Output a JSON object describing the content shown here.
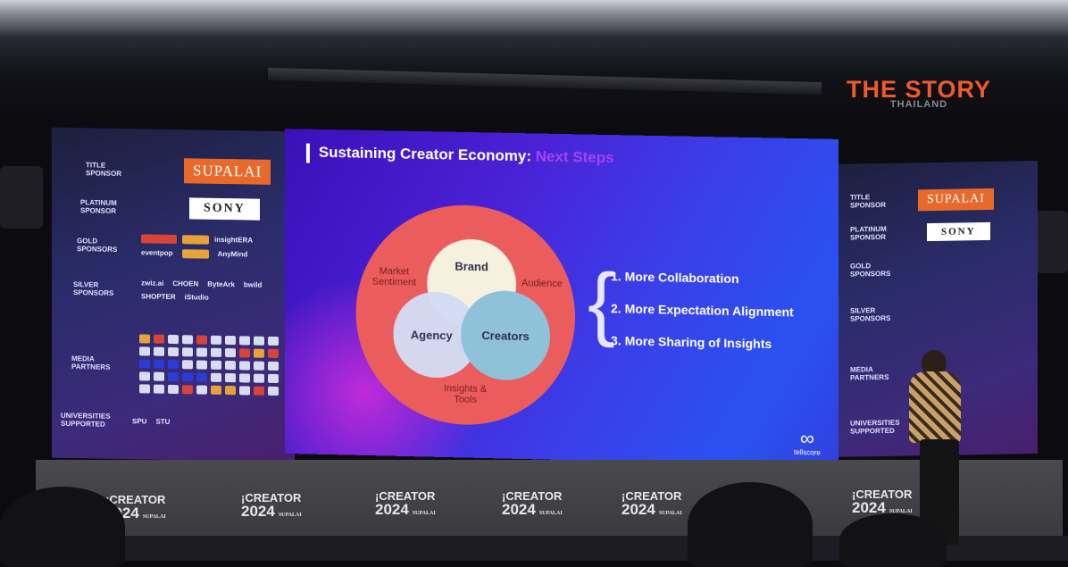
{
  "watermark": {
    "title": "THE STORY",
    "subtitle": "THAILAND"
  },
  "slide": {
    "title_main": "Sustaining Creator Economy: ",
    "title_highlight": "Next Steps",
    "venn": {
      "outer_labels": [
        "Market Sentiment",
        "Audience",
        "Insights & Tools"
      ],
      "circles": [
        "Brand",
        "Agency",
        "Creators"
      ],
      "colors": {
        "outer": "#eb5d5d",
        "brand": "#f6f1df",
        "agency": "#d3dcf4",
        "creators": "#8fc2d8"
      }
    },
    "steps": [
      "1. More Collaboration",
      "2. More Expectation Alignment",
      "3. More Sharing of Insights"
    ],
    "brand_mark": "tellscore"
  },
  "sponsors": {
    "title_label": "Title Sponsor",
    "title_logo": "SUPALAI",
    "platinum_label": "Platinum Sponsor",
    "platinum_logo": "SONY",
    "gold_label": "Gold Sponsors",
    "gold_logos": [
      "eventpop",
      "AnyMind",
      "insightERA"
    ],
    "silver_label": "Silver Sponsors",
    "silver_logos": [
      "zwiz.ai",
      "CHOEN",
      "ByteArk",
      "bwild",
      "SHOPTER",
      "iStudio"
    ],
    "media_label": "Media Partners",
    "universities_label": "Universities Supported",
    "university_logos": [
      "SPU",
      "STU"
    ]
  },
  "stage": {
    "logo_line1": "¡CREATOR",
    "logo_line2": "2024",
    "logo_presenter": "SUPALAI"
  }
}
